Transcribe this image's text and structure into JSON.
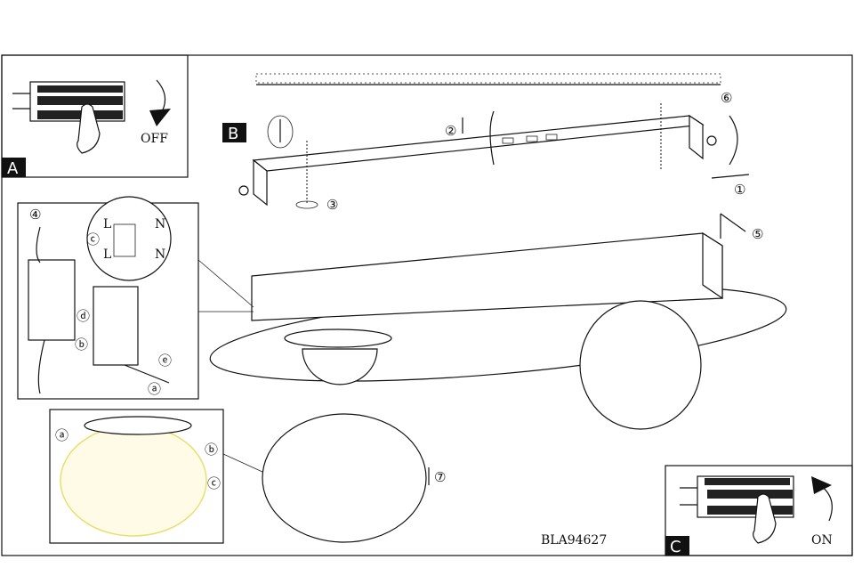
{
  "panels": {
    "a": {
      "letter": "A",
      "switch_label": "OFF"
    },
    "b": {
      "letter": "B"
    },
    "c": {
      "letter": "C",
      "switch_label": "ON"
    }
  },
  "steps": {
    "s1": "①",
    "s2": "②",
    "s3": "③",
    "s4": "④",
    "s5": "⑤",
    "s6": "⑥",
    "s7": "⑦"
  },
  "wiring": {
    "l": "L",
    "n": "N",
    "c": "ⓒ",
    "d": "ⓓ",
    "b": "ⓑ",
    "e": "ⓔ",
    "a": "ⓐ"
  },
  "glass_detail": {
    "a": "ⓐ",
    "b": "ⓑ",
    "c": "ⓒ"
  },
  "model_code": "BLA94627"
}
